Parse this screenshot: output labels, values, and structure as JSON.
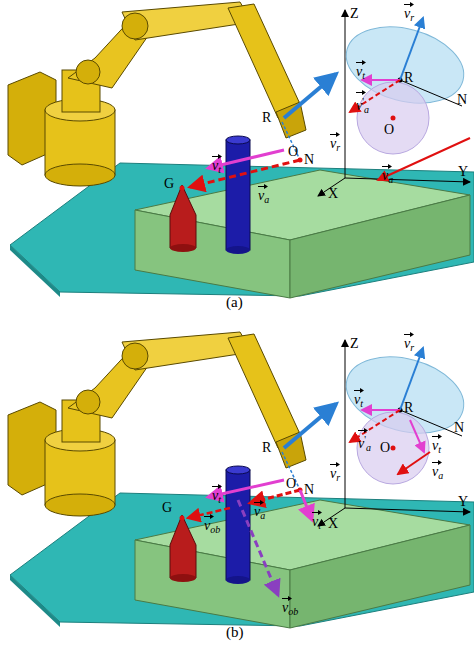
{
  "diagram": {
    "labels": [
      "vr",
      "R",
      "O",
      "N",
      "vt",
      "va",
      "G",
      "Z",
      "vr",
      "vt",
      "R",
      "N",
      "v'a",
      "O",
      "X",
      "Y",
      "va",
      "(a)",
      "vr",
      "R",
      "O",
      "N",
      "vt",
      "va",
      "vt",
      "G",
      "vob",
      "vob",
      "Z",
      "vr",
      "vt",
      "R",
      "N",
      "v'a",
      "O",
      "vt",
      "va",
      "X",
      "Y",
      "(b)"
    ]
  }
}
